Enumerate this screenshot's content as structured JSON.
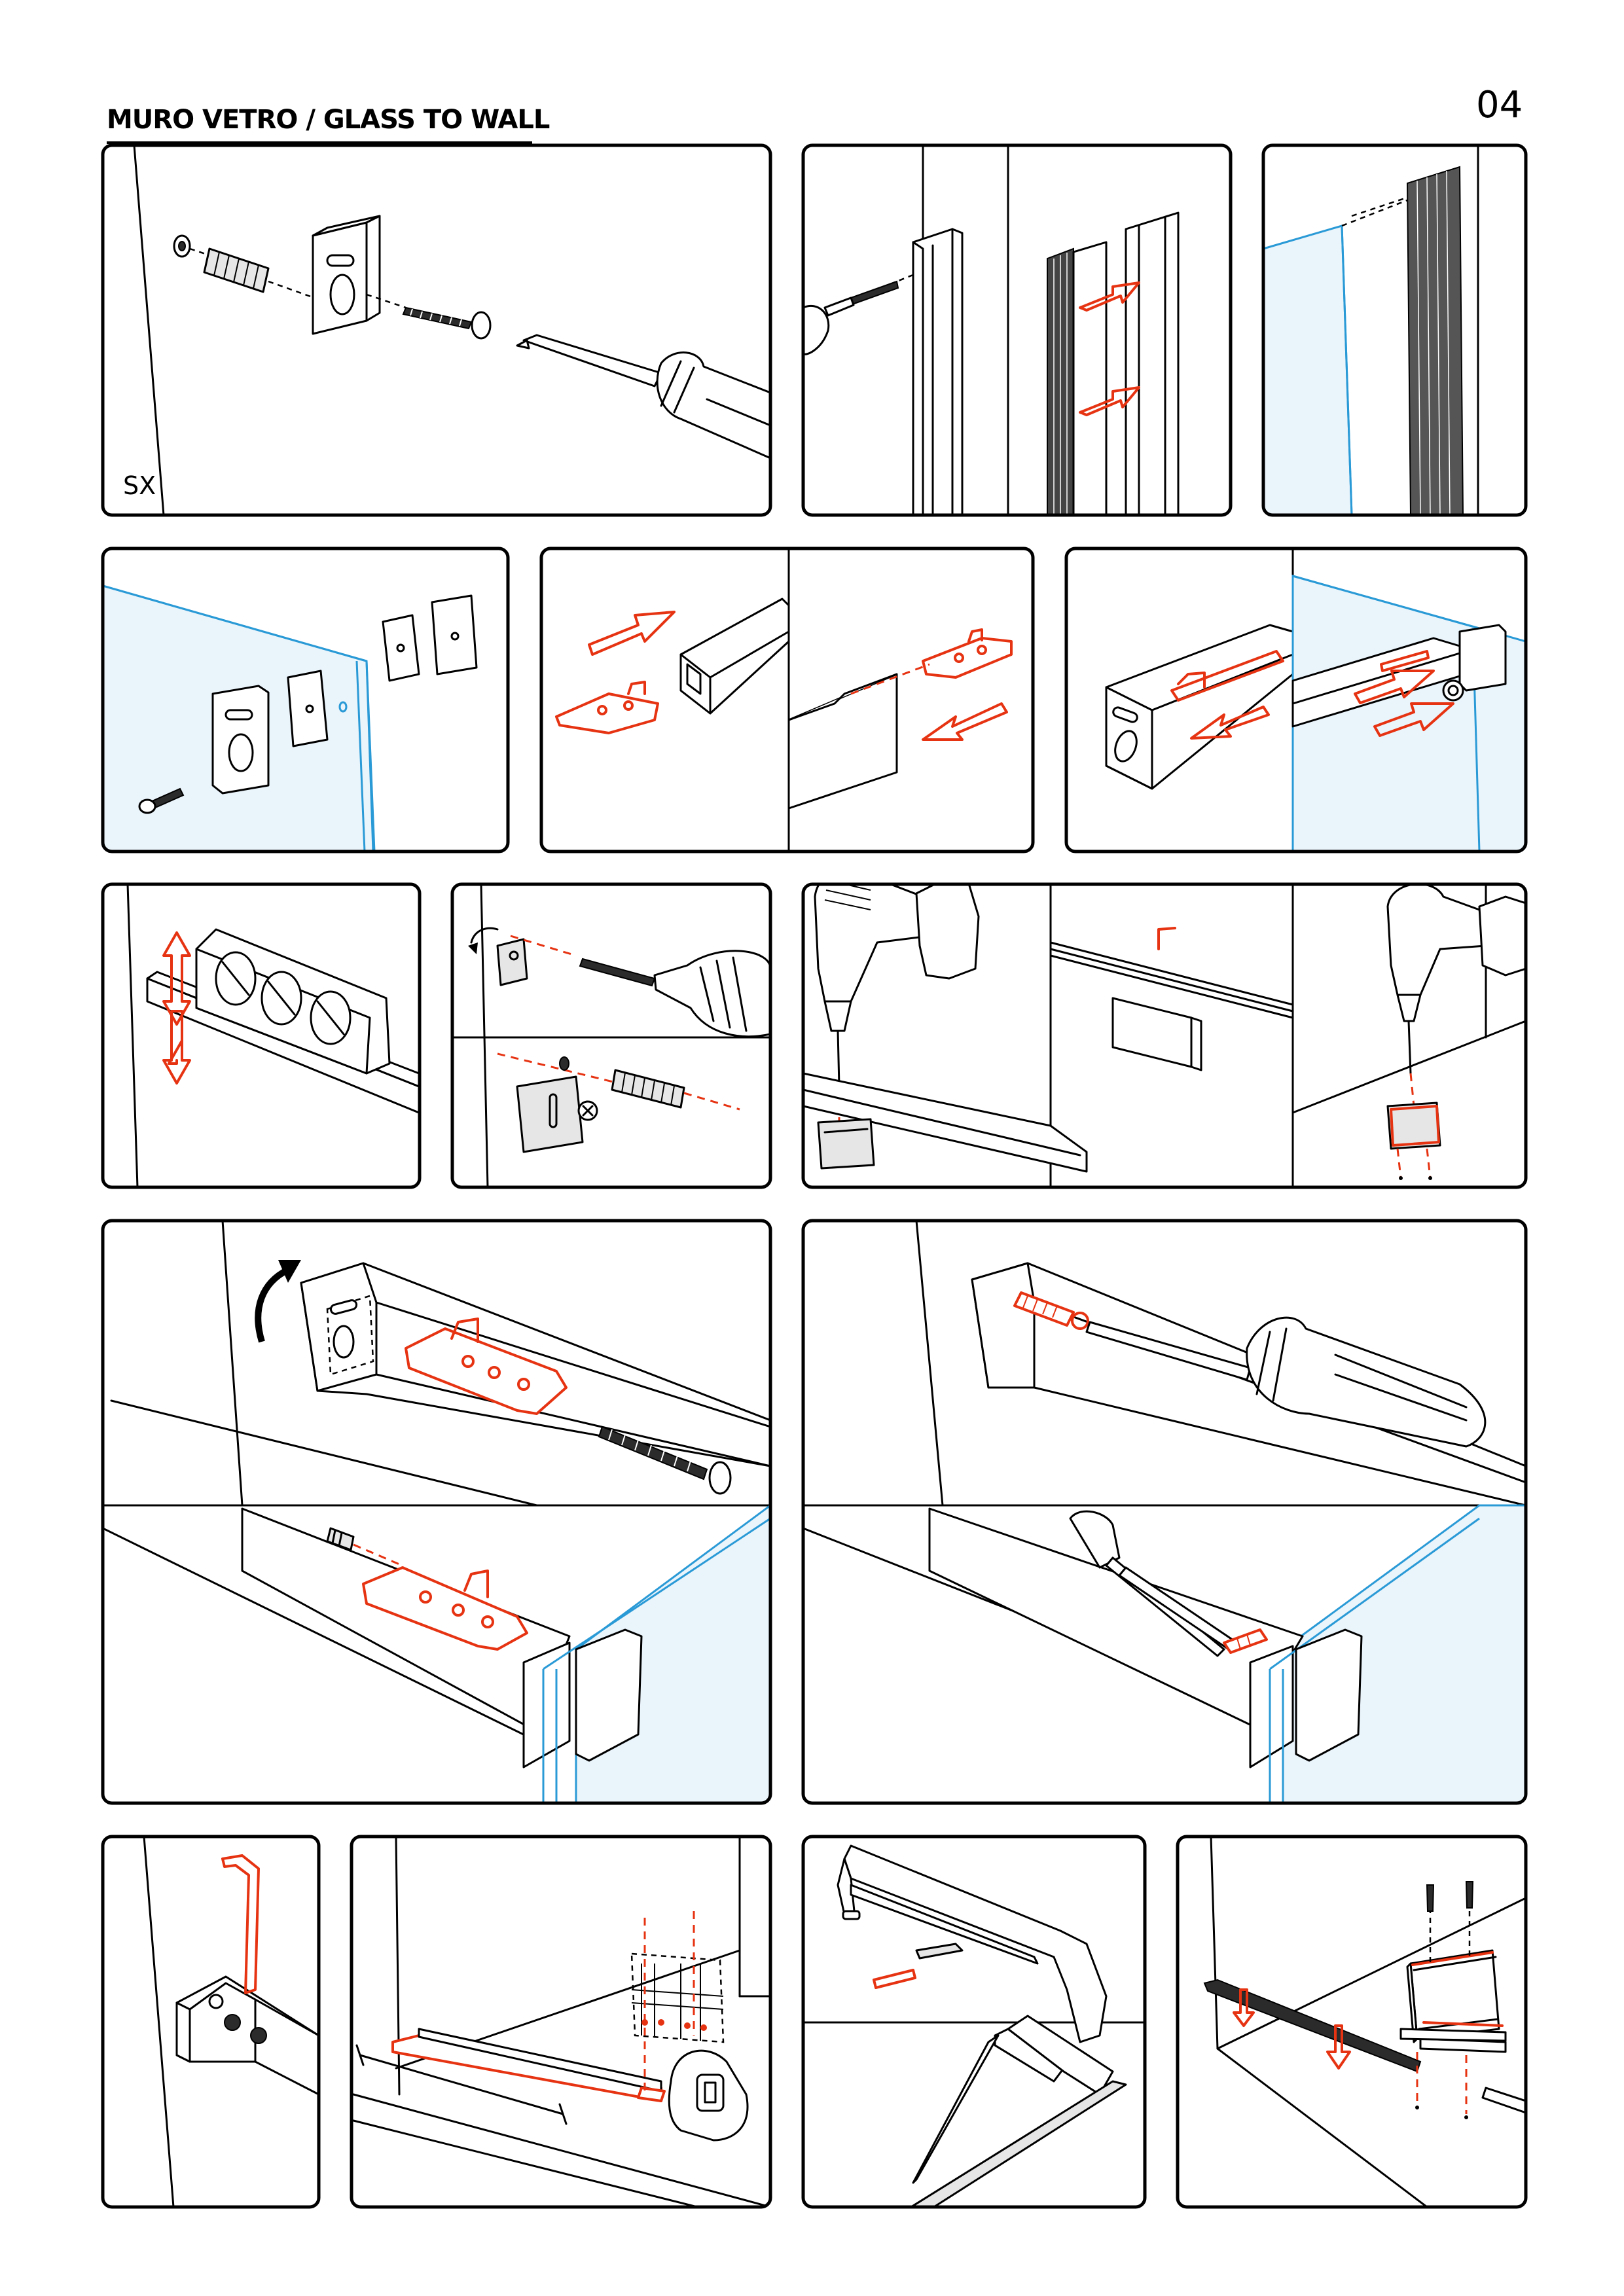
{
  "header": {
    "title": "MURO VETRO / GLASS TO WALL",
    "page_number": "04"
  },
  "panels": {
    "p1": {
      "side_label": "SX"
    }
  },
  "colors": {
    "highlight": "#e63312",
    "glass_edge": "#2a9ad6",
    "glass_fill": "#eaf4fb",
    "outline": "#000000"
  }
}
